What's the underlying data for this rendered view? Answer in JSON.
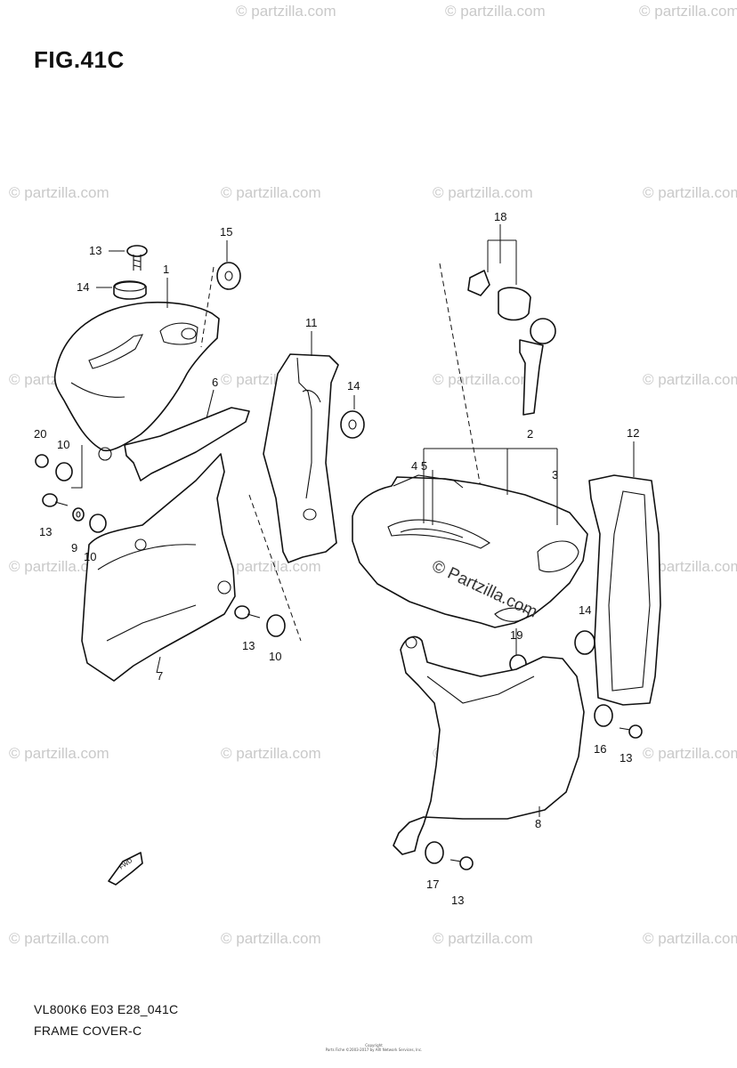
{
  "figure": {
    "title": "FIG.41C",
    "code": "VL800K6 E03 E28_041C",
    "name": "FRAME COVER-C"
  },
  "watermark": {
    "text": "© partzilla.com",
    "center_text": "© Partzilla.com",
    "copyright_line1": "Copyright",
    "copyright_line2": "Parts Fiche ©2003-2017 by ARI Network Services, Inc."
  },
  "callouts": {
    "c1": "1",
    "c2": "2",
    "c3": "3",
    "c45": "4 5",
    "c6": "6",
    "c7": "7",
    "c8": "8",
    "c9": "9",
    "c10a": "10",
    "c10b": "10",
    "c10c": "10",
    "c11": "11",
    "c12": "12",
    "c13a": "13",
    "c13b": "13",
    "c13c": "13",
    "c13d": "13",
    "c13e": "13",
    "c14a": "14",
    "c14b": "14",
    "c14c": "14",
    "c15": "15",
    "c16": "16",
    "c17": "17",
    "c18": "18",
    "c19": "19",
    "c20": "20"
  },
  "fwd_label": "FWD"
}
